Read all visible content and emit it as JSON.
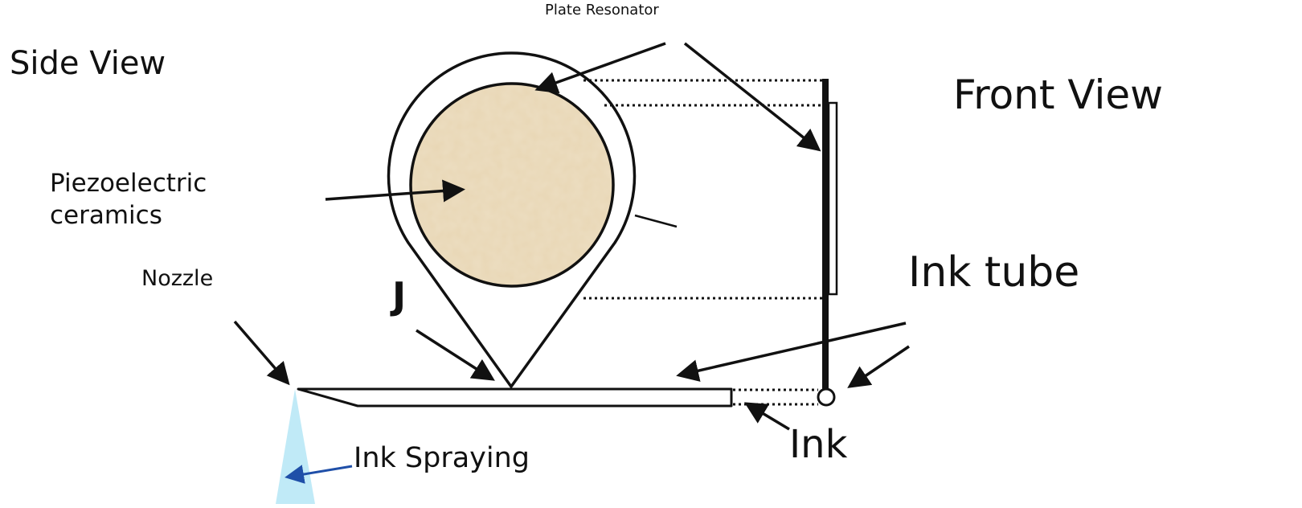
{
  "labels": {
    "plate_resonator": "Plate Resonator",
    "side_view": "Side View",
    "front_view": "Front View",
    "piezoelectric_ceramics": "Piezoelectric\nceramics",
    "nozzle": "Nozzle",
    "ink_tube": "Ink tube",
    "j_marker": "J",
    "ink_spraying": "Ink Spraying",
    "ink": "Ink"
  },
  "colors": {
    "line": "#111111",
    "ceramic_fill": "#e8d6b4",
    "spray": "#b9e8f6",
    "spray_arrow": "#1f4fa8"
  }
}
